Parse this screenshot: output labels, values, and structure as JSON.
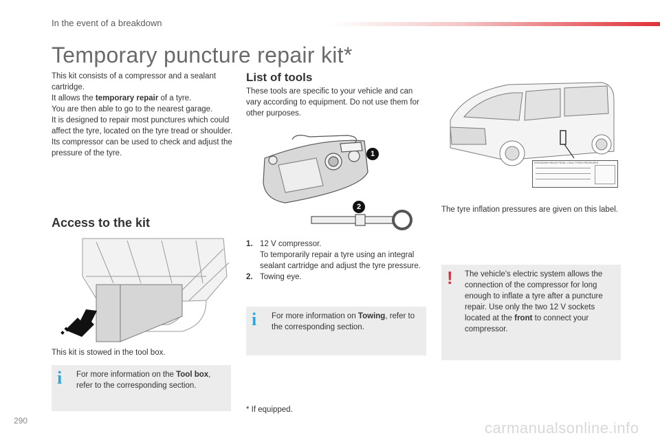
{
  "header": {
    "section": "In the event of a breakdown"
  },
  "title": "Temporary puncture repair kit*",
  "intro": {
    "line1": "This kit consists of a compressor and a sealant cartridge.",
    "line2_pre": "It allows the ",
    "line2_bold": "temporary repair",
    "line2_post": " of a tyre.",
    "line3": "You are then able to go to the nearest garage.",
    "line4": "It is designed to repair most punctures which could affect the tyre, located on the tyre tread or shoulder.",
    "line5": "Its compressor can be used to check and adjust the pressure of the tyre."
  },
  "access": {
    "heading": "Access to the kit",
    "caption": "This kit is stowed in the tool box.",
    "info_pre": "For more information on the ",
    "info_bold": "Tool box",
    "info_post": ", refer to the corresponding section."
  },
  "tools": {
    "heading": "List of tools",
    "description": "These tools are specific to your vehicle and can vary according to equipment. Do not use them for other purposes.",
    "marker1": "1",
    "marker2": "2",
    "items": [
      {
        "num": "1.",
        "label": "12 V compressor.",
        "detail": "To temporarily repair a tyre using an integral sealant cartridge and adjust the tyre pressure."
      },
      {
        "num": "2.",
        "label": "Towing eye.",
        "detail": ""
      }
    ],
    "info_pre": "For more information on ",
    "info_bold": "Towing",
    "info_post": ", refer to the corresponding section."
  },
  "footnote": "* If equipped.",
  "pressure": {
    "caption": "The tyre inflation pressures are given on this label.",
    "label_header": "PRESSIONS PNEUS FROID / COLD TYRES PRESSURES",
    "warning_pre": "The vehicle's electric system allows the connection of the compressor for long enough to inflate a tyre after a puncture repair. Use only the two 12 V sockets located at the ",
    "warning_bold": "front",
    "warning_post": " to connect your compressor."
  },
  "page_number": "290",
  "watermark": "carmanualsonline.info",
  "colors": {
    "accent_red": "#e0303a",
    "info_blue": "#2aa6e0",
    "box_grey": "#ececec"
  },
  "icons": [
    "info-icon",
    "warning-icon"
  ]
}
